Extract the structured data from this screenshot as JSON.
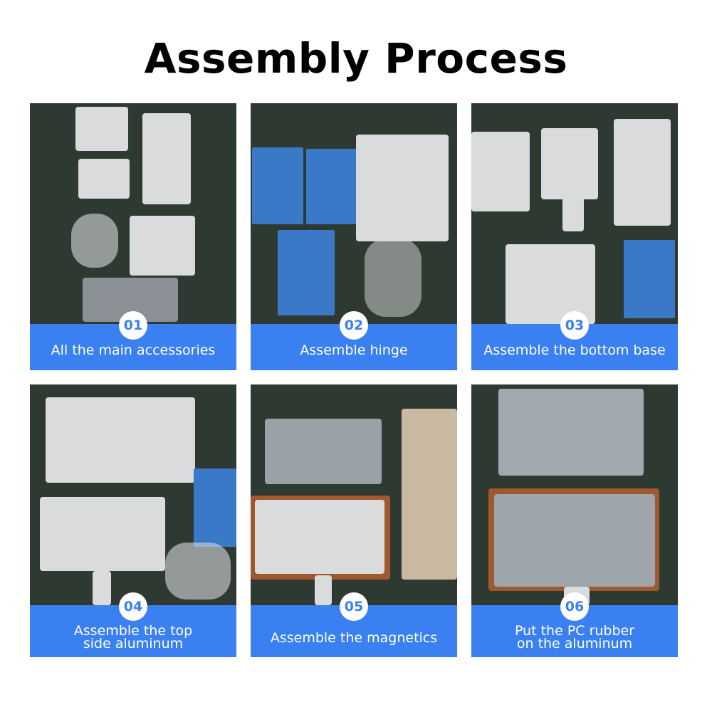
{
  "title": "Assembly Process",
  "steps": [
    {
      "number": "01",
      "caption": [
        "All the main accessories"
      ]
    },
    {
      "number": "02",
      "caption": [
        "Assemble hinge"
      ]
    },
    {
      "number": "03",
      "caption": [
        "Assemble the bottom base"
      ]
    },
    {
      "number": "04",
      "caption": [
        "Assemble the top",
        "side aluminum"
      ]
    },
    {
      "number": "05",
      "caption": [
        "Assemble the magnetics"
      ]
    },
    {
      "number": "06",
      "caption": [
        "Put the PC rubber",
        "on the aluminum"
      ]
    }
  ]
}
